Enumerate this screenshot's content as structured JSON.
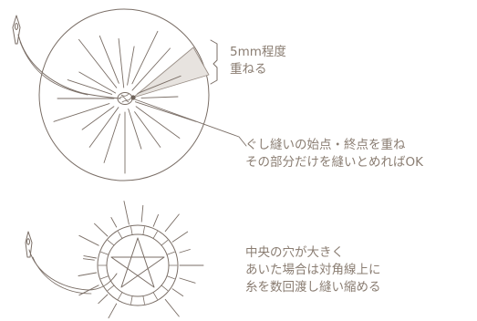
{
  "annotations": {
    "overlap": {
      "line1": "5mm程度",
      "line2": "重ねる"
    },
    "sew_points": {
      "line1": "ぐし縫いの始点・終点を重ね",
      "line2": "その部分だけを縫いとめればOK"
    },
    "center_hole": {
      "line1": "中央の穴が大きく",
      "line2": "あいた場合は対角線上に",
      "line3": "糸を数回渡し縫い縮める"
    }
  },
  "colors": {
    "line": "#7a6e66",
    "text": "#8a7d72",
    "overlap_fill": "#e7e3df",
    "background": "#ffffff"
  }
}
